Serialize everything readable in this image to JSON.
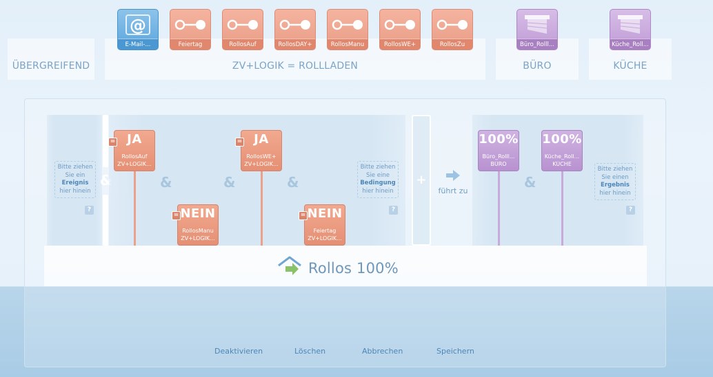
{
  "palette": {
    "groups": [
      {
        "label": "ÜBERGREIFEND"
      },
      {
        "label": "ZV+LOGIK = ROLLLADEN"
      },
      {
        "label": "BÜRO"
      },
      {
        "label": "KÜCHE"
      }
    ],
    "tiles": [
      {
        "label": "E-Mail-...",
        "icon": "email-at-icon"
      },
      {
        "label": "Feiertag",
        "icon": "logic-switch-icon"
      },
      {
        "label": "RollosAuf",
        "icon": "logic-switch-icon"
      },
      {
        "label": "RollosDAY+",
        "icon": "logic-switch-icon"
      },
      {
        "label": "RollosManu",
        "icon": "logic-switch-icon"
      },
      {
        "label": "RollosWE+",
        "icon": "logic-switch-icon"
      },
      {
        "label": "RollosZu",
        "icon": "logic-switch-icon"
      },
      {
        "label": "Büro_Rolll...",
        "icon": "roller-shutter-icon"
      },
      {
        "label": "Küche_Roll...",
        "icon": "roller-shutter-icon"
      }
    ]
  },
  "rule": {
    "event_hint": {
      "line1": "Bitte ziehen",
      "line2": "Sie ein",
      "bold": "Ereignis",
      "line4": "hier hinein"
    },
    "condition_hint": {
      "line1": "Bitte ziehen",
      "line2": "Sie eine",
      "bold": "Bedingung",
      "line4": "hier hinein"
    },
    "result_hint": {
      "line1": "Bitte ziehen",
      "line2": "Sie einen",
      "bold": "Ergebnis",
      "line4": "hier hinein"
    },
    "help": "?",
    "amp": "&",
    "eq": "=",
    "plus": "+",
    "conditions": [
      {
        "value": "JA",
        "name": "RollosAuf",
        "group": "ZV+LOGIK..."
      },
      {
        "value": "NEIN",
        "name": "RollosManu",
        "group": "ZV+LOGIK..."
      },
      {
        "value": "JA",
        "name": "RollosWE+",
        "group": "ZV+LOGIK..."
      },
      {
        "value": "NEIN",
        "name": "Feiertag",
        "group": "ZV+LOGIK..."
      }
    ],
    "leads_to": "führt zu",
    "results": [
      {
        "value": "100%",
        "name": "Büro_Rolll...",
        "group": "BÜRO"
      },
      {
        "value": "100%",
        "name": "Küche_Roll...",
        "group": "KÜCHE"
      }
    ],
    "title": "Rollos 100%"
  },
  "actions": {
    "deactivate": "Deaktivieren",
    "delete": "Löschen",
    "cancel": "Abbrechen",
    "save": "Speichern"
  },
  "colors": {
    "logic_orange": "#e89c85",
    "room_purple": "#bf9bd6",
    "email_blue": "#5aa5dc"
  }
}
